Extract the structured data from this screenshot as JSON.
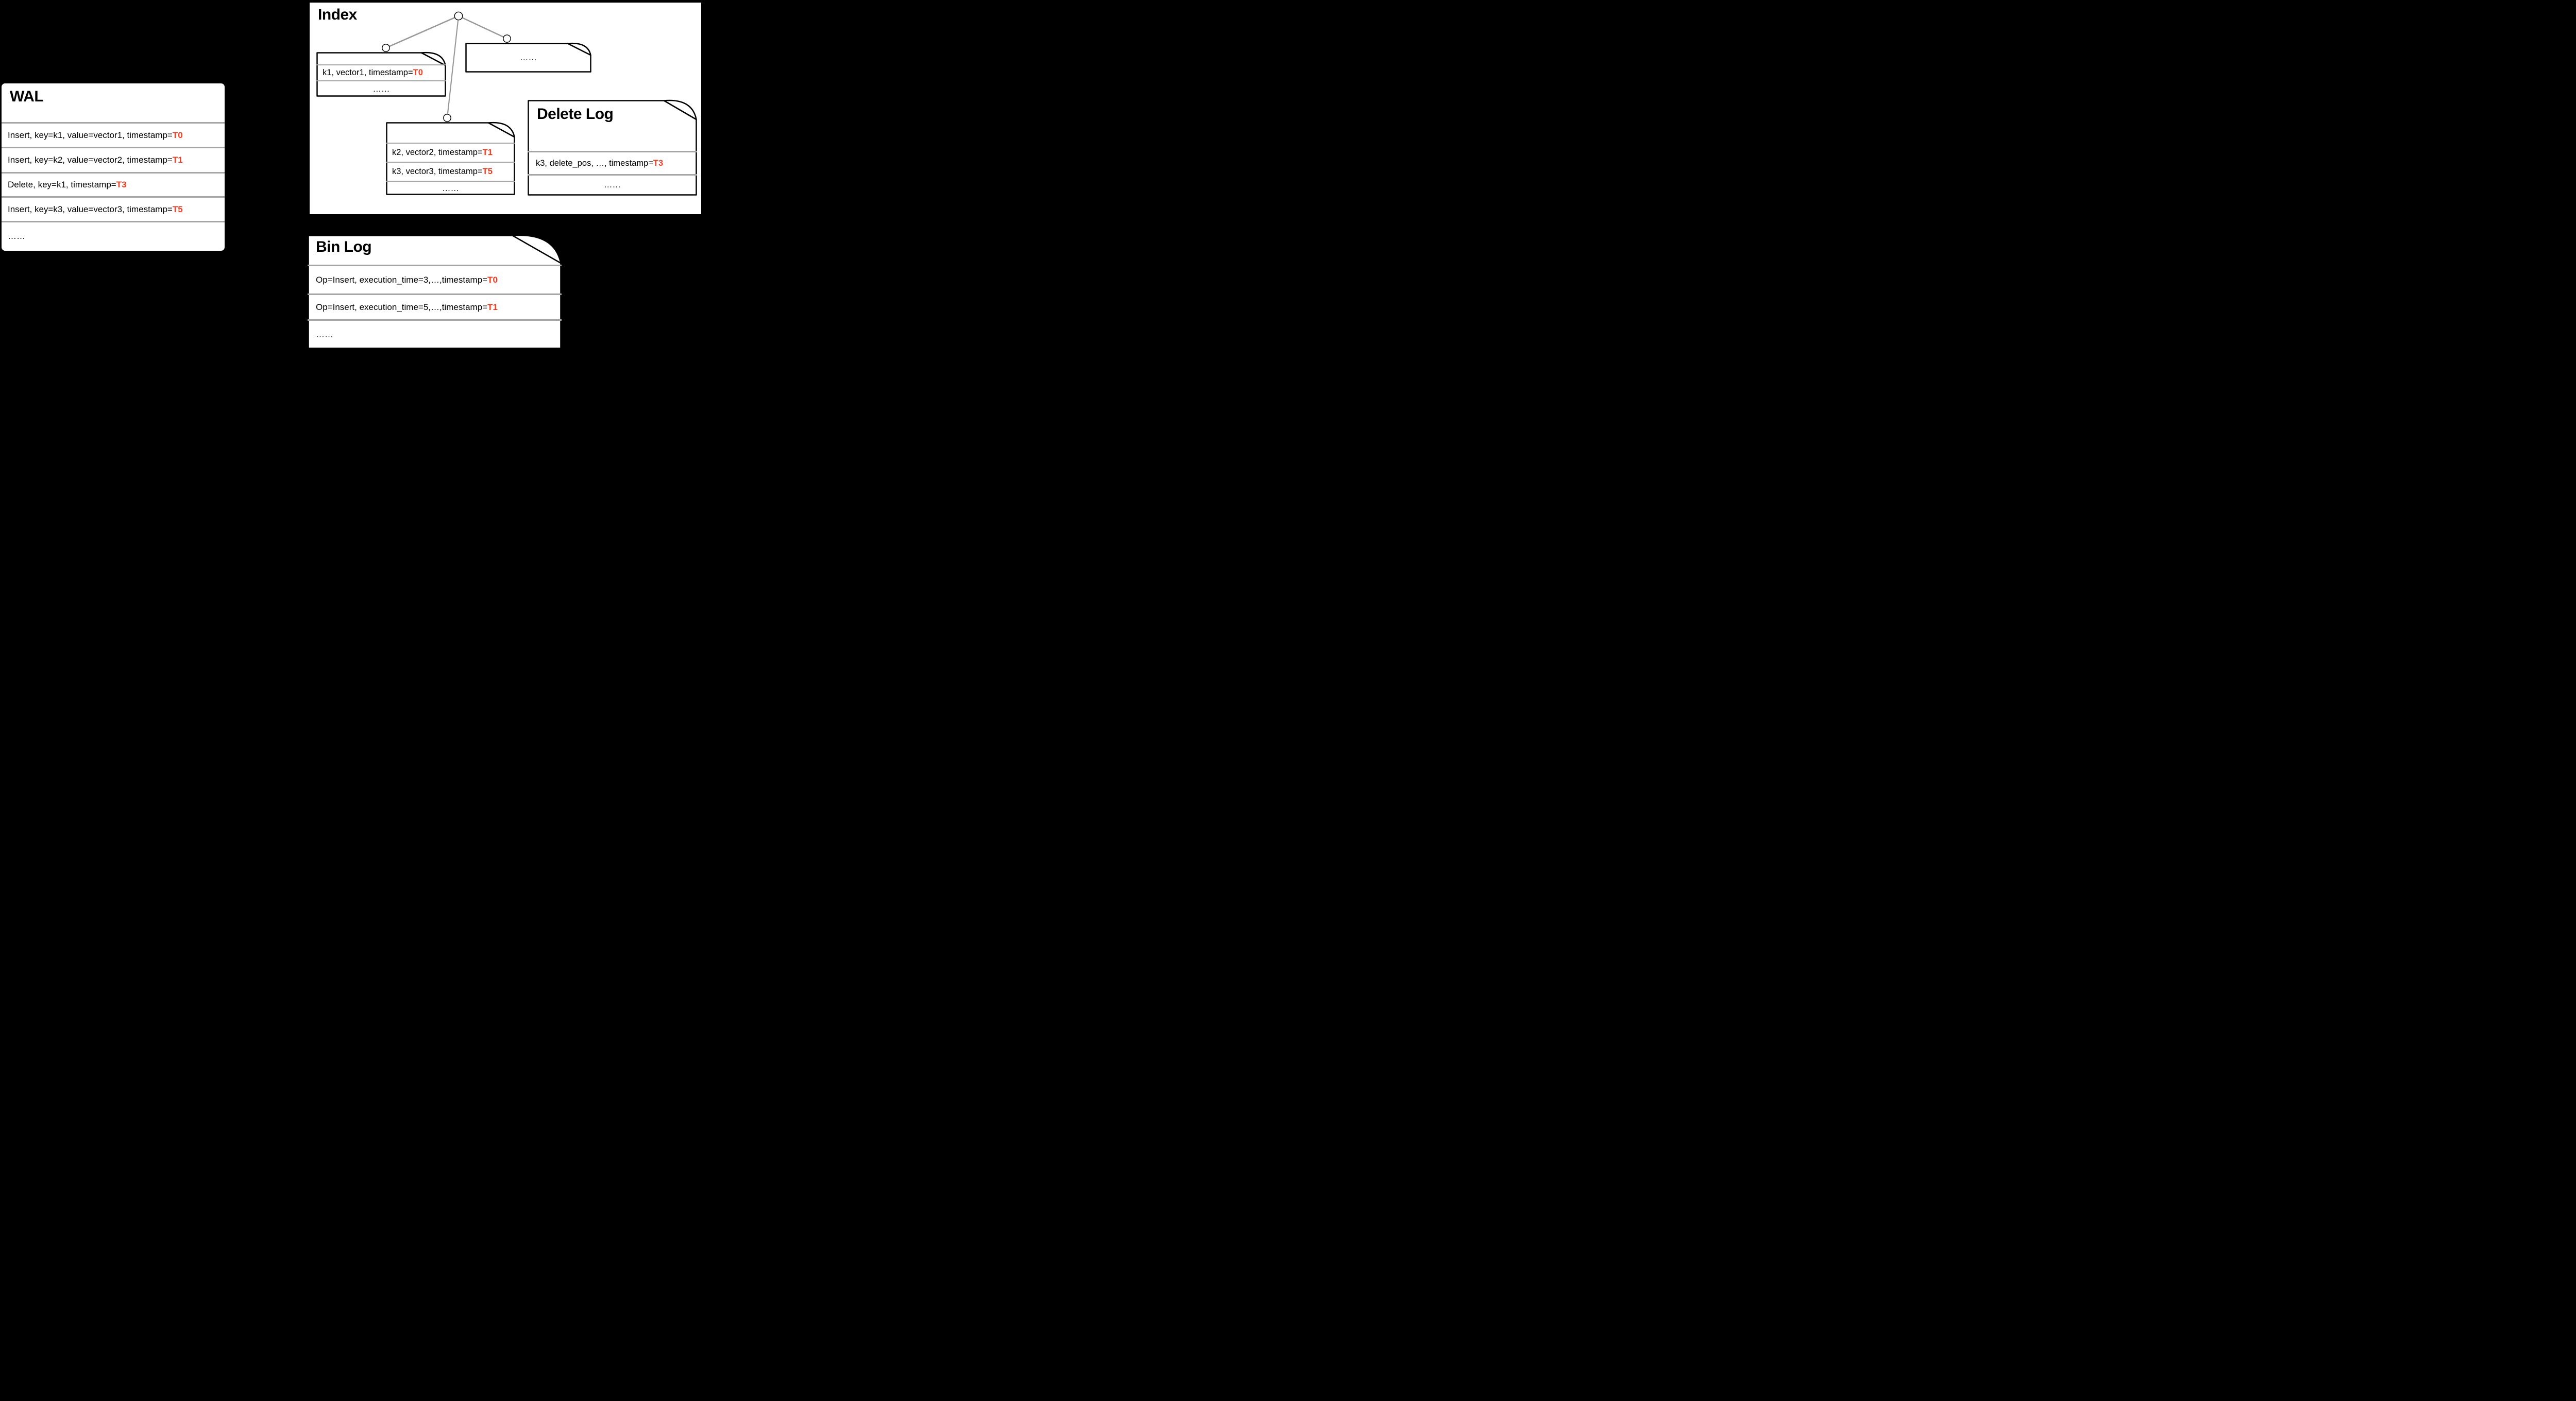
{
  "colors": {
    "bg": "#000000",
    "paper": "#ffffff",
    "ink": "#000000",
    "divider": "#a6a6a6",
    "connector": "#9a9a9a",
    "accent": "#f5391d"
  },
  "wal": {
    "title": "WAL",
    "rows": [
      {
        "text": "Insert, key=k1, value=vector1, timestamp=",
        "ts": "T0"
      },
      {
        "text": "Insert, key=k2, value=vector2, timestamp=",
        "ts": "T1"
      },
      {
        "text": "Delete, key=k1, timestamp=",
        "ts": "T3"
      },
      {
        "text": "Insert, key=k3, value=vector3, timestamp=",
        "ts": "T5"
      },
      {
        "text": "……",
        "ts": ""
      }
    ]
  },
  "index": {
    "title": "Index",
    "page_k1": {
      "rows": [
        {
          "text": "k1, vector1, timestamp=",
          "ts": "T0"
        },
        {
          "text": "……",
          "ts": ""
        }
      ]
    },
    "page_more": {
      "label": "……"
    },
    "page_k2k3": {
      "rows": [
        {
          "text": "k2, vector2, timestamp=",
          "ts": "T1"
        },
        {
          "text": "k3, vector3, timestamp=",
          "ts": "T5"
        },
        {
          "text": "……",
          "ts": ""
        }
      ]
    }
  },
  "delete_log": {
    "title": "Delete Log",
    "rows": [
      {
        "text": "k3, delete_pos, …, timestamp=",
        "ts": "T3"
      },
      {
        "text": "……",
        "ts": ""
      }
    ]
  },
  "bin_log": {
    "title": "Bin Log",
    "rows": [
      {
        "text": "Op=Insert, execution_time=3,…,timestamp=",
        "ts": "T0"
      },
      {
        "text": "Op=Insert, execution_time=5,…,timestamp=",
        "ts": "T1"
      },
      {
        "text": "……",
        "ts": ""
      }
    ]
  }
}
